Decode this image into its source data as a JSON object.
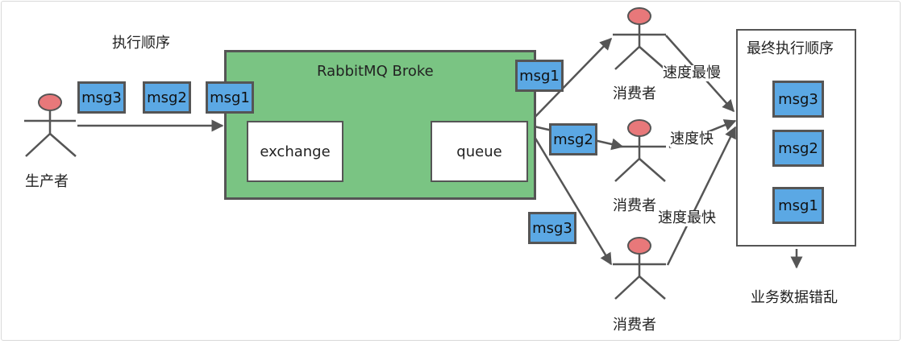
{
  "producer": {
    "label": "生产者"
  },
  "order_title": "执行顺序",
  "pending_msgs": [
    "msg3",
    "msg2",
    "msg1"
  ],
  "broker": {
    "title": "RabbitMQ Broke",
    "exchange": "exchange",
    "queue": "queue"
  },
  "routed_msgs": [
    "msg1",
    "msg2",
    "msg3"
  ],
  "consumers": [
    {
      "label": "消费者",
      "speed": "速度最慢"
    },
    {
      "label": "消费者",
      "speed": "速度快"
    },
    {
      "label": "消费者",
      "speed": "速度最快"
    }
  ],
  "final": {
    "title": "最终执行顺序",
    "msgs": [
      "msg3",
      "msg2",
      "msg1"
    ]
  },
  "result": "业务数据错乱",
  "colors": {
    "broker_fill": "#7ac483",
    "msg_fill": "#5ba8e4",
    "head_fill": "#e8787a",
    "stroke": "#555555"
  }
}
